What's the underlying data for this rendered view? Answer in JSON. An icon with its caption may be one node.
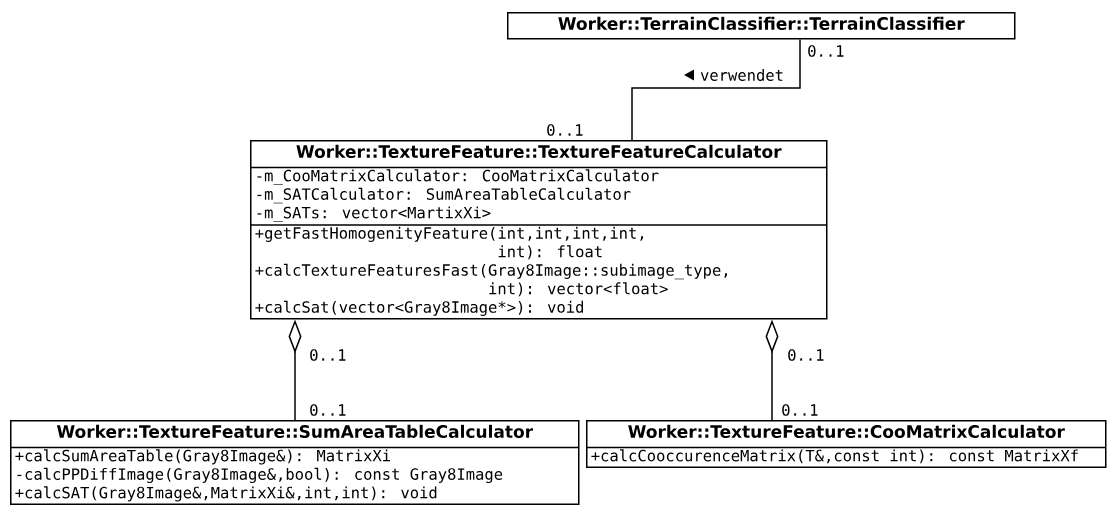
{
  "diagram": {
    "nodes": [
      {
        "text": [
          "Worker::TerrainClassifier::TerrainClassifier"
        ]
      },
      {
        "text": [
          "Worker::TextureFeature::TextureFeatureCalculator",
          "-m_CooMatrixCalculator: CooMatrixCalculator",
          "-m_SATCalculator: SumAreaTableCalculator",
          "-m_SATs: vector<MartixXi>",
          "+getFastHomogenityFeature(int,int,int,int, int): float",
          "+calcTextureFeaturesFast(Gray8Image::subimage_type, int): vector<float>",
          "+calcSat(vector<Gray8Image*>): void"
        ]
      },
      {
        "text": [
          "Worker::TextureFeature::SumAreaTableCalculator",
          "+calcSumAreaTable(Gray8Image&): MatrixXi",
          "-calcPPDiffImage(Gray8Image&,bool): const Gray8Image",
          "+calcSAT(Gray8Image&,MatrixXi&,int,int): void"
        ]
      },
      {
        "text": [
          "Worker::TextureFeature::CooMatrixCalculator",
          "+calcCooccurenceMatrix(T&,const int): const MatrixXf"
        ]
      }
    ],
    "edges": [
      {
        "from": 0,
        "to": 1,
        "arrow": "none",
        "label": "verwendet"
      },
      {
        "from": 1,
        "to": 2,
        "arrow": "other"
      },
      {
        "from": 1,
        "to": 3,
        "arrow": "other"
      }
    ],
    "labels": [
      "0..1",
      "0..1",
      "0..1",
      "0..1",
      "0..1",
      "0..1"
    ]
  }
}
